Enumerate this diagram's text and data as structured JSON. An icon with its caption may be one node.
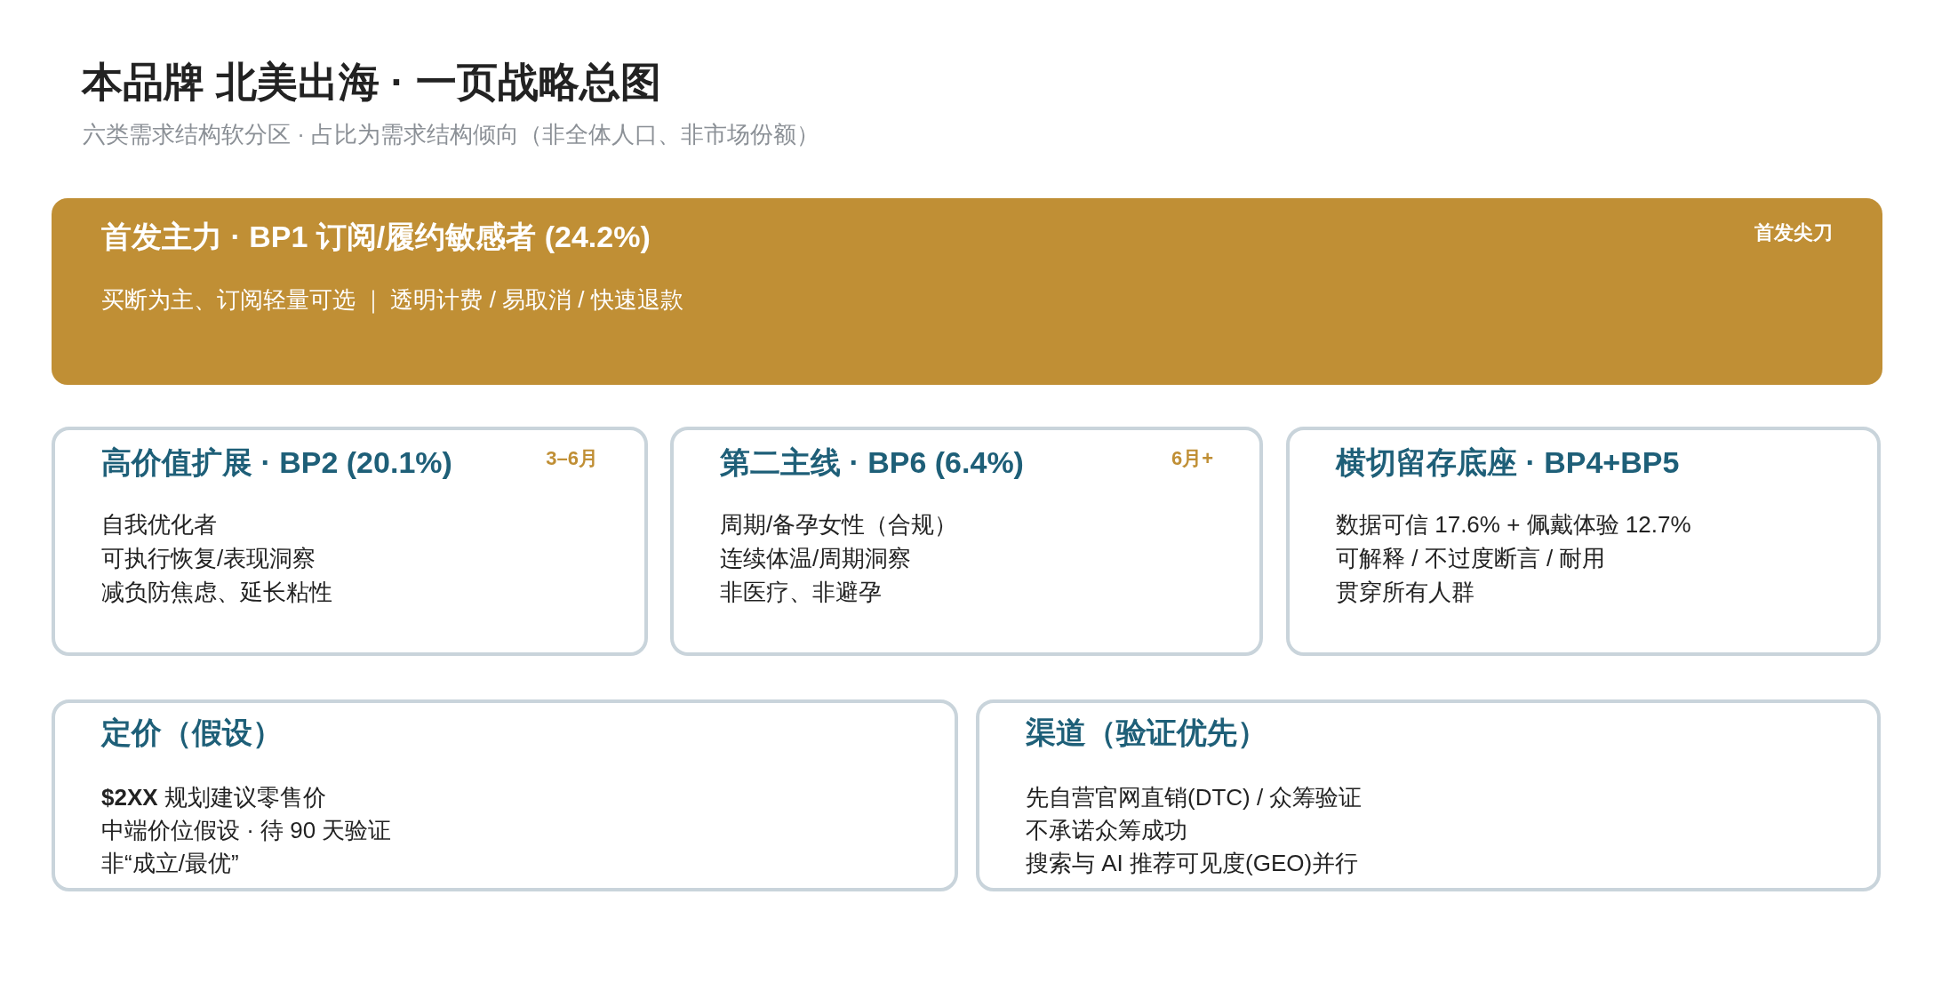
{
  "diagram": {
    "title": "本品牌 北美出海 · 一页战略总图",
    "nodes": [
      {
        "text": [
          "首发主力 · BP1 订阅/履约敏感者 (24.2%)",
          "首发尖刀",
          "买断为主、订阅轻量可选 ｜ 透明计费 / 易取消 / 快速退款"
        ]
      },
      {
        "text": [
          "高价值扩展 · BP2 (20.1%)",
          "3–6月",
          "自我优化者",
          "可执行恢复/表现洞察",
          "减负防焦虑、延长粘性"
        ]
      },
      {
        "text": [
          "第二主线 · BP6 (6.4%)",
          "6月+",
          "周期/备孕女性（合规）",
          "连续体温/周期洞察",
          "非医疗、非避孕"
        ]
      },
      {
        "text": [
          "横切留存底座 · BP4+BP5",
          "数据可信 17.6% + 佩戴体验 12.7%",
          "可解释 / 不过度断言 / 耐用",
          "贯穿所有人群"
        ]
      },
      {
        "text": [
          "定价（假设）",
          "**$2XX** 规划建议零售价",
          "中端价位假设 · 待 90 天验证",
          "非“成立/最优”"
        ]
      },
      {
        "text": [
          "渠道（验证优先）",
          "先自营官网直销(DTC) / 众筹验证",
          "不承诺众筹成功",
          "搜索与 AI 推荐可见度(GEO)并行"
        ]
      }
    ],
    "labels": [
      "六类需求结构软分区 · 占比为需求结构倾向（非全体人口、非市场份额）"
    ]
  }
}
